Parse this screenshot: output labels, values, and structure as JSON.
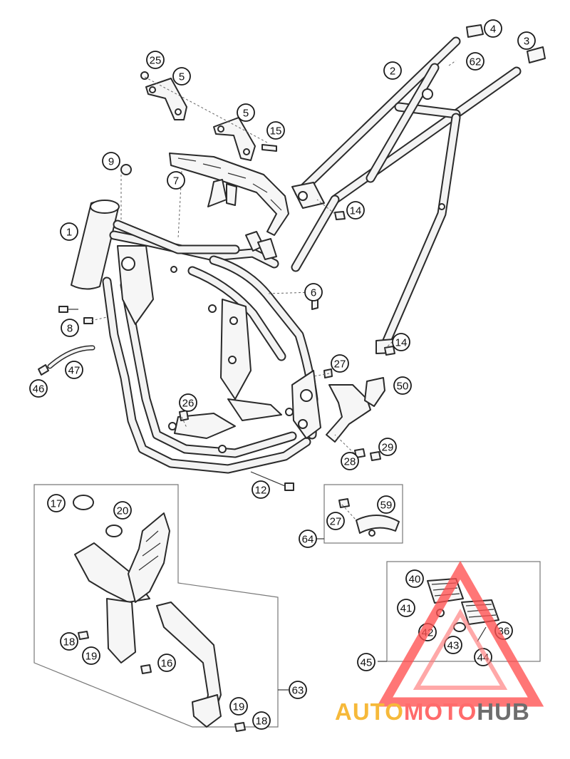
{
  "callouts": [
    "1",
    "2",
    "3",
    "4",
    "5",
    "5",
    "6",
    "7",
    "8",
    "9",
    "12",
    "14",
    "14",
    "15",
    "16",
    "17",
    "18",
    "18",
    "19",
    "19",
    "20",
    "25",
    "26",
    "27",
    "27",
    "28",
    "29",
    "36",
    "40",
    "41",
    "42",
    "43",
    "44",
    "45",
    "46",
    "47",
    "50",
    "59",
    "62",
    "63",
    "64"
  ],
  "watermark": {
    "part1": "AUTO",
    "part2": "MOTO",
    "part3": "HUB",
    "logo": "triangle-logo-icon"
  }
}
